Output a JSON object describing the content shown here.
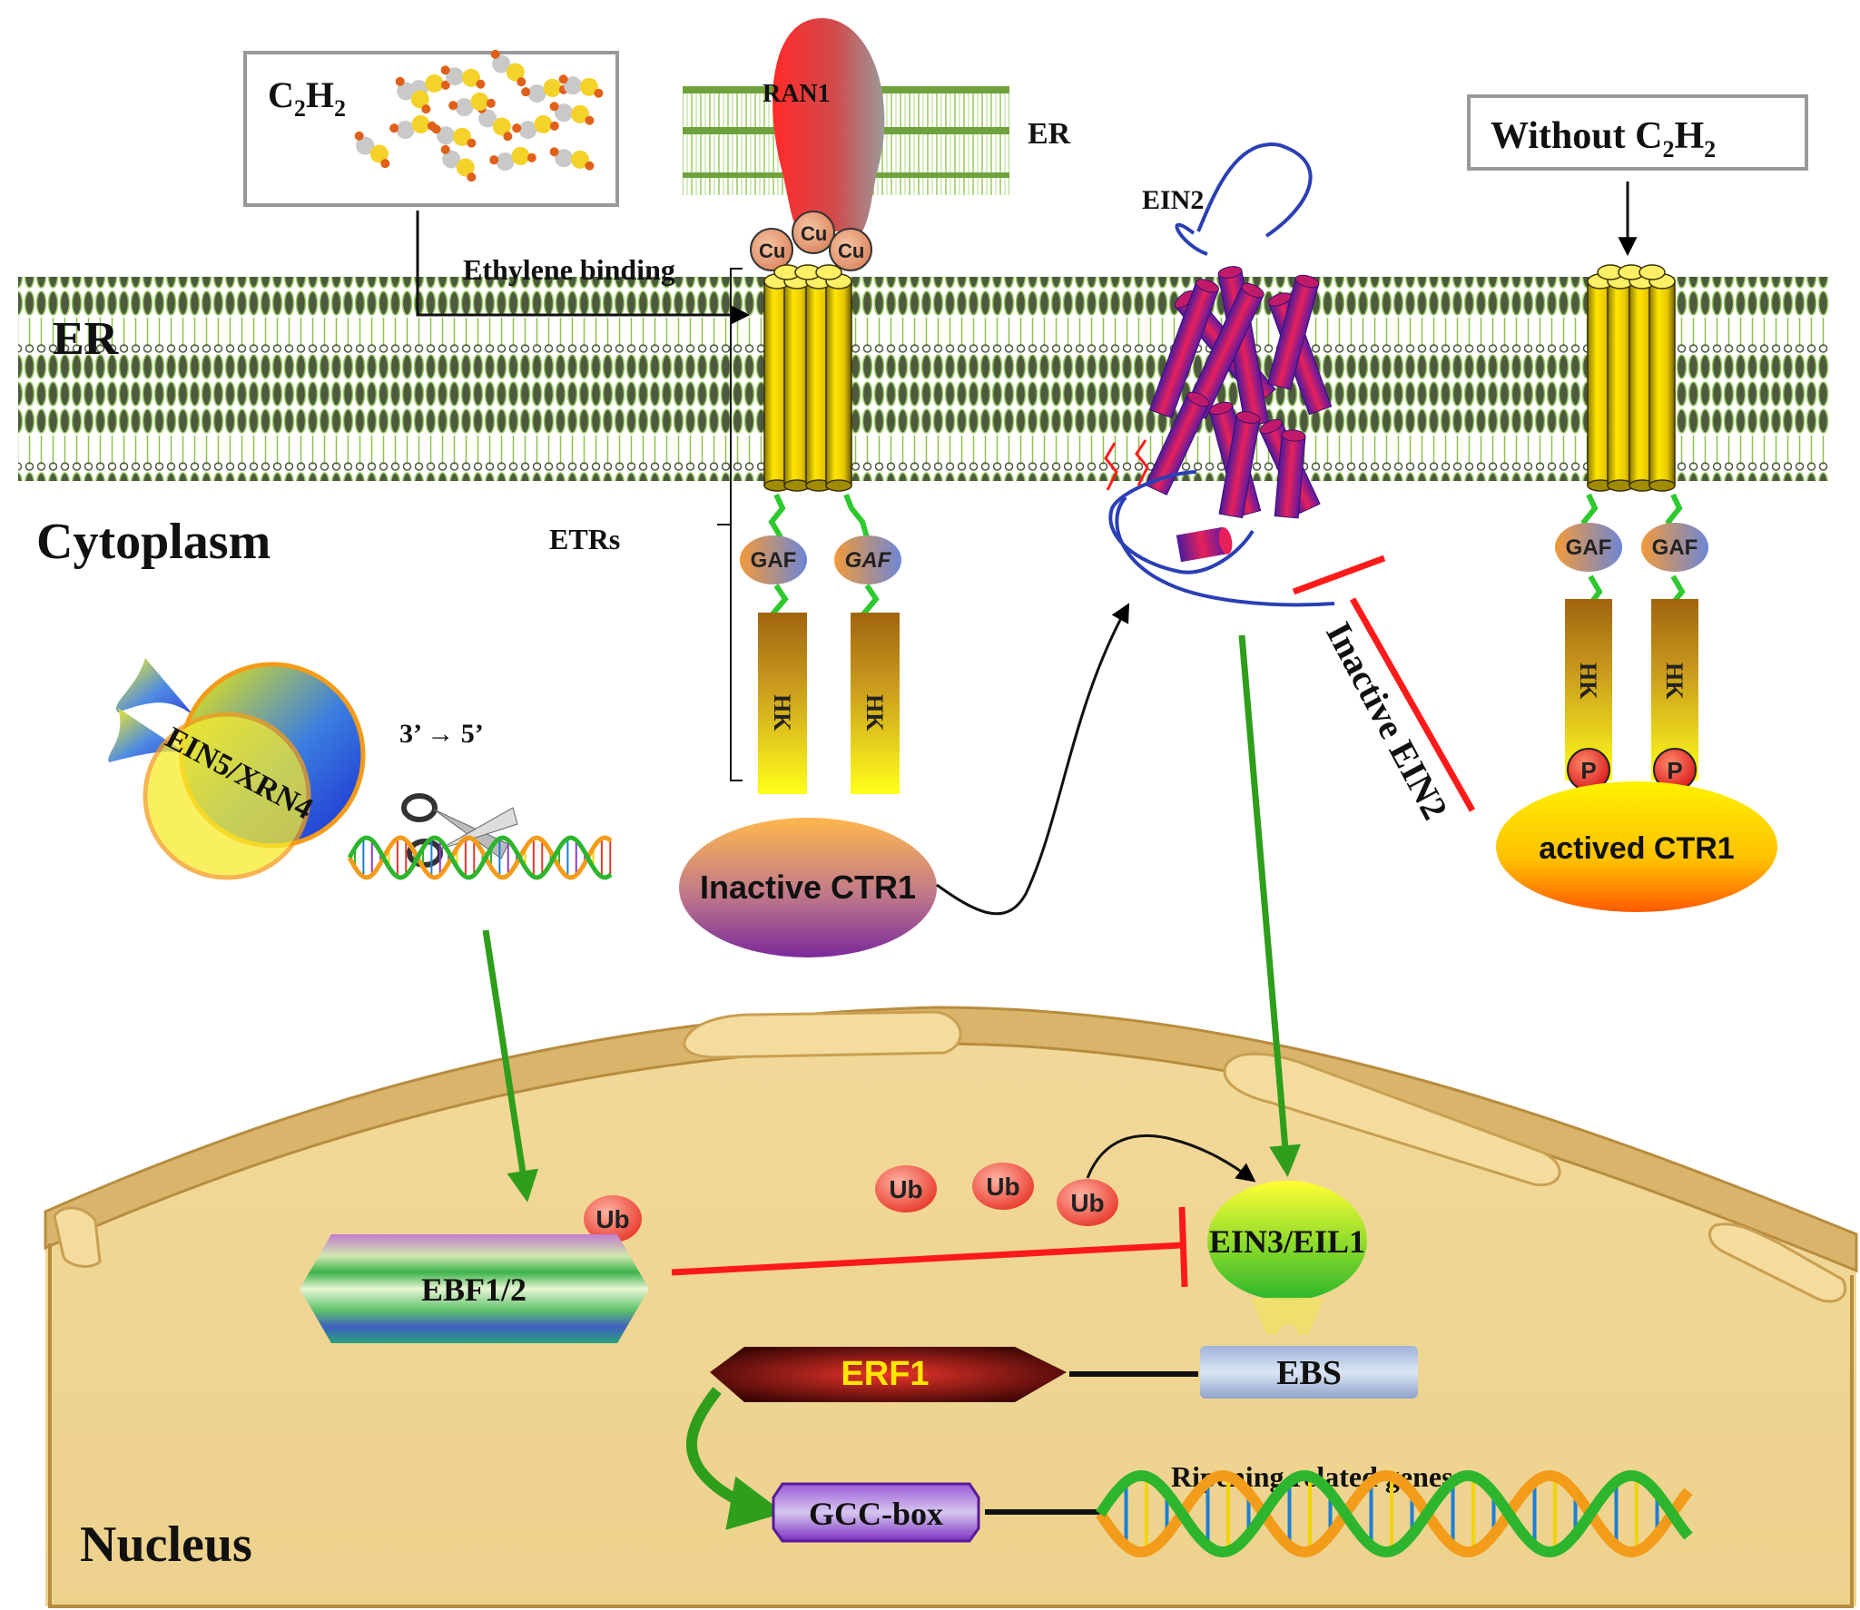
{
  "labels": {
    "c2h2_box": {
      "main": "C",
      "sub1": "2",
      "mid": "H",
      "sub2": "2"
    },
    "without_box": {
      "prefix": "Without C",
      "sub1": "2",
      "mid": "H",
      "sub2": "2"
    },
    "ran1": "RAN1",
    "er_top": "ER",
    "er_main": "ER",
    "cu": [
      "Cu",
      "Cu",
      "Cu"
    ],
    "ethylene_binding": "Ethylene binding",
    "ein2_top": "EIN2",
    "cytoplasm": "Cytoplasm",
    "etrs": "ETRs",
    "gaf": [
      "GAF",
      "GAF",
      "GAF",
      "GAF"
    ],
    "hk": [
      "HK",
      "HK",
      "HK",
      "HK"
    ],
    "p": [
      "P",
      "P"
    ],
    "actived_ctr1": "actived CTR1",
    "inactive_ctr1": "Inactive CTR1",
    "inactive_ein2": "Inactive EIN2",
    "ein5": "EIN5/XRN4",
    "direction": "3’  →  5’",
    "nucleus": "Nucleus",
    "ub": [
      "Ub",
      "Ub",
      "Ub",
      "Ub"
    ],
    "ebf": "EBF1/2",
    "ein3": "EIN3/EIL1",
    "ebs": "EBS",
    "erf1": "ERF1",
    "gcc": "GCC-box",
    "ripening": "Ripening related genes"
  },
  "colors": {
    "membrane": "#8bc34a",
    "receptor": "#f2d400",
    "inhibit": "#ff1a1a",
    "activate": "#2e9e1b",
    "nucleus": "#f0d794",
    "ein2": "#2b3fb5"
  }
}
